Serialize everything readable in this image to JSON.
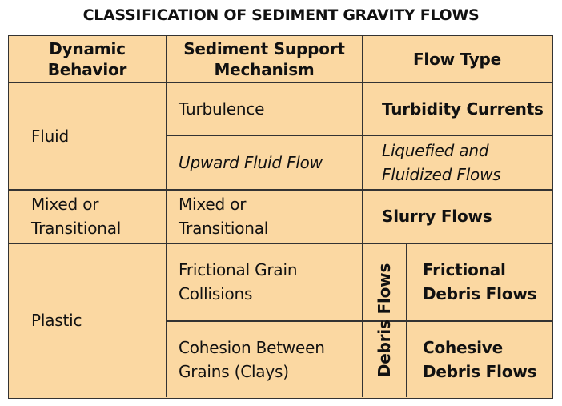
{
  "title": "CLASSIFICATION OF SEDIMENT GRAVITY FLOWS",
  "headers": {
    "dynamic_behavior": [
      "Dynamic",
      "Behavior"
    ],
    "support_mechanism": [
      "Sediment Support",
      "Mechanism"
    ],
    "flow_type": "Flow Type"
  },
  "behavior": {
    "fluid": "Fluid",
    "mixed": [
      "Mixed or",
      "Transitional"
    ],
    "plastic": "Plastic"
  },
  "mechanism": {
    "turbulence": "Turbulence",
    "upward": "Upward Fluid Flow",
    "mixed": [
      "Mixed or",
      "Transitional"
    ],
    "frictional": [
      "Frictional Grain",
      "Collisions"
    ],
    "cohesion": [
      "Cohesion Between",
      "Grains (Clays)"
    ]
  },
  "flow": {
    "turbidity": "Turbidity Currents",
    "liquefied": [
      "Liquefied and",
      "Fluidized Flows"
    ],
    "slurry": "Slurry Flows",
    "debris_group": "Debris Flows",
    "frictional": [
      "Frictional",
      "Debris Flows"
    ],
    "cohesive": [
      "Cohesive",
      "Debris Flows"
    ]
  }
}
